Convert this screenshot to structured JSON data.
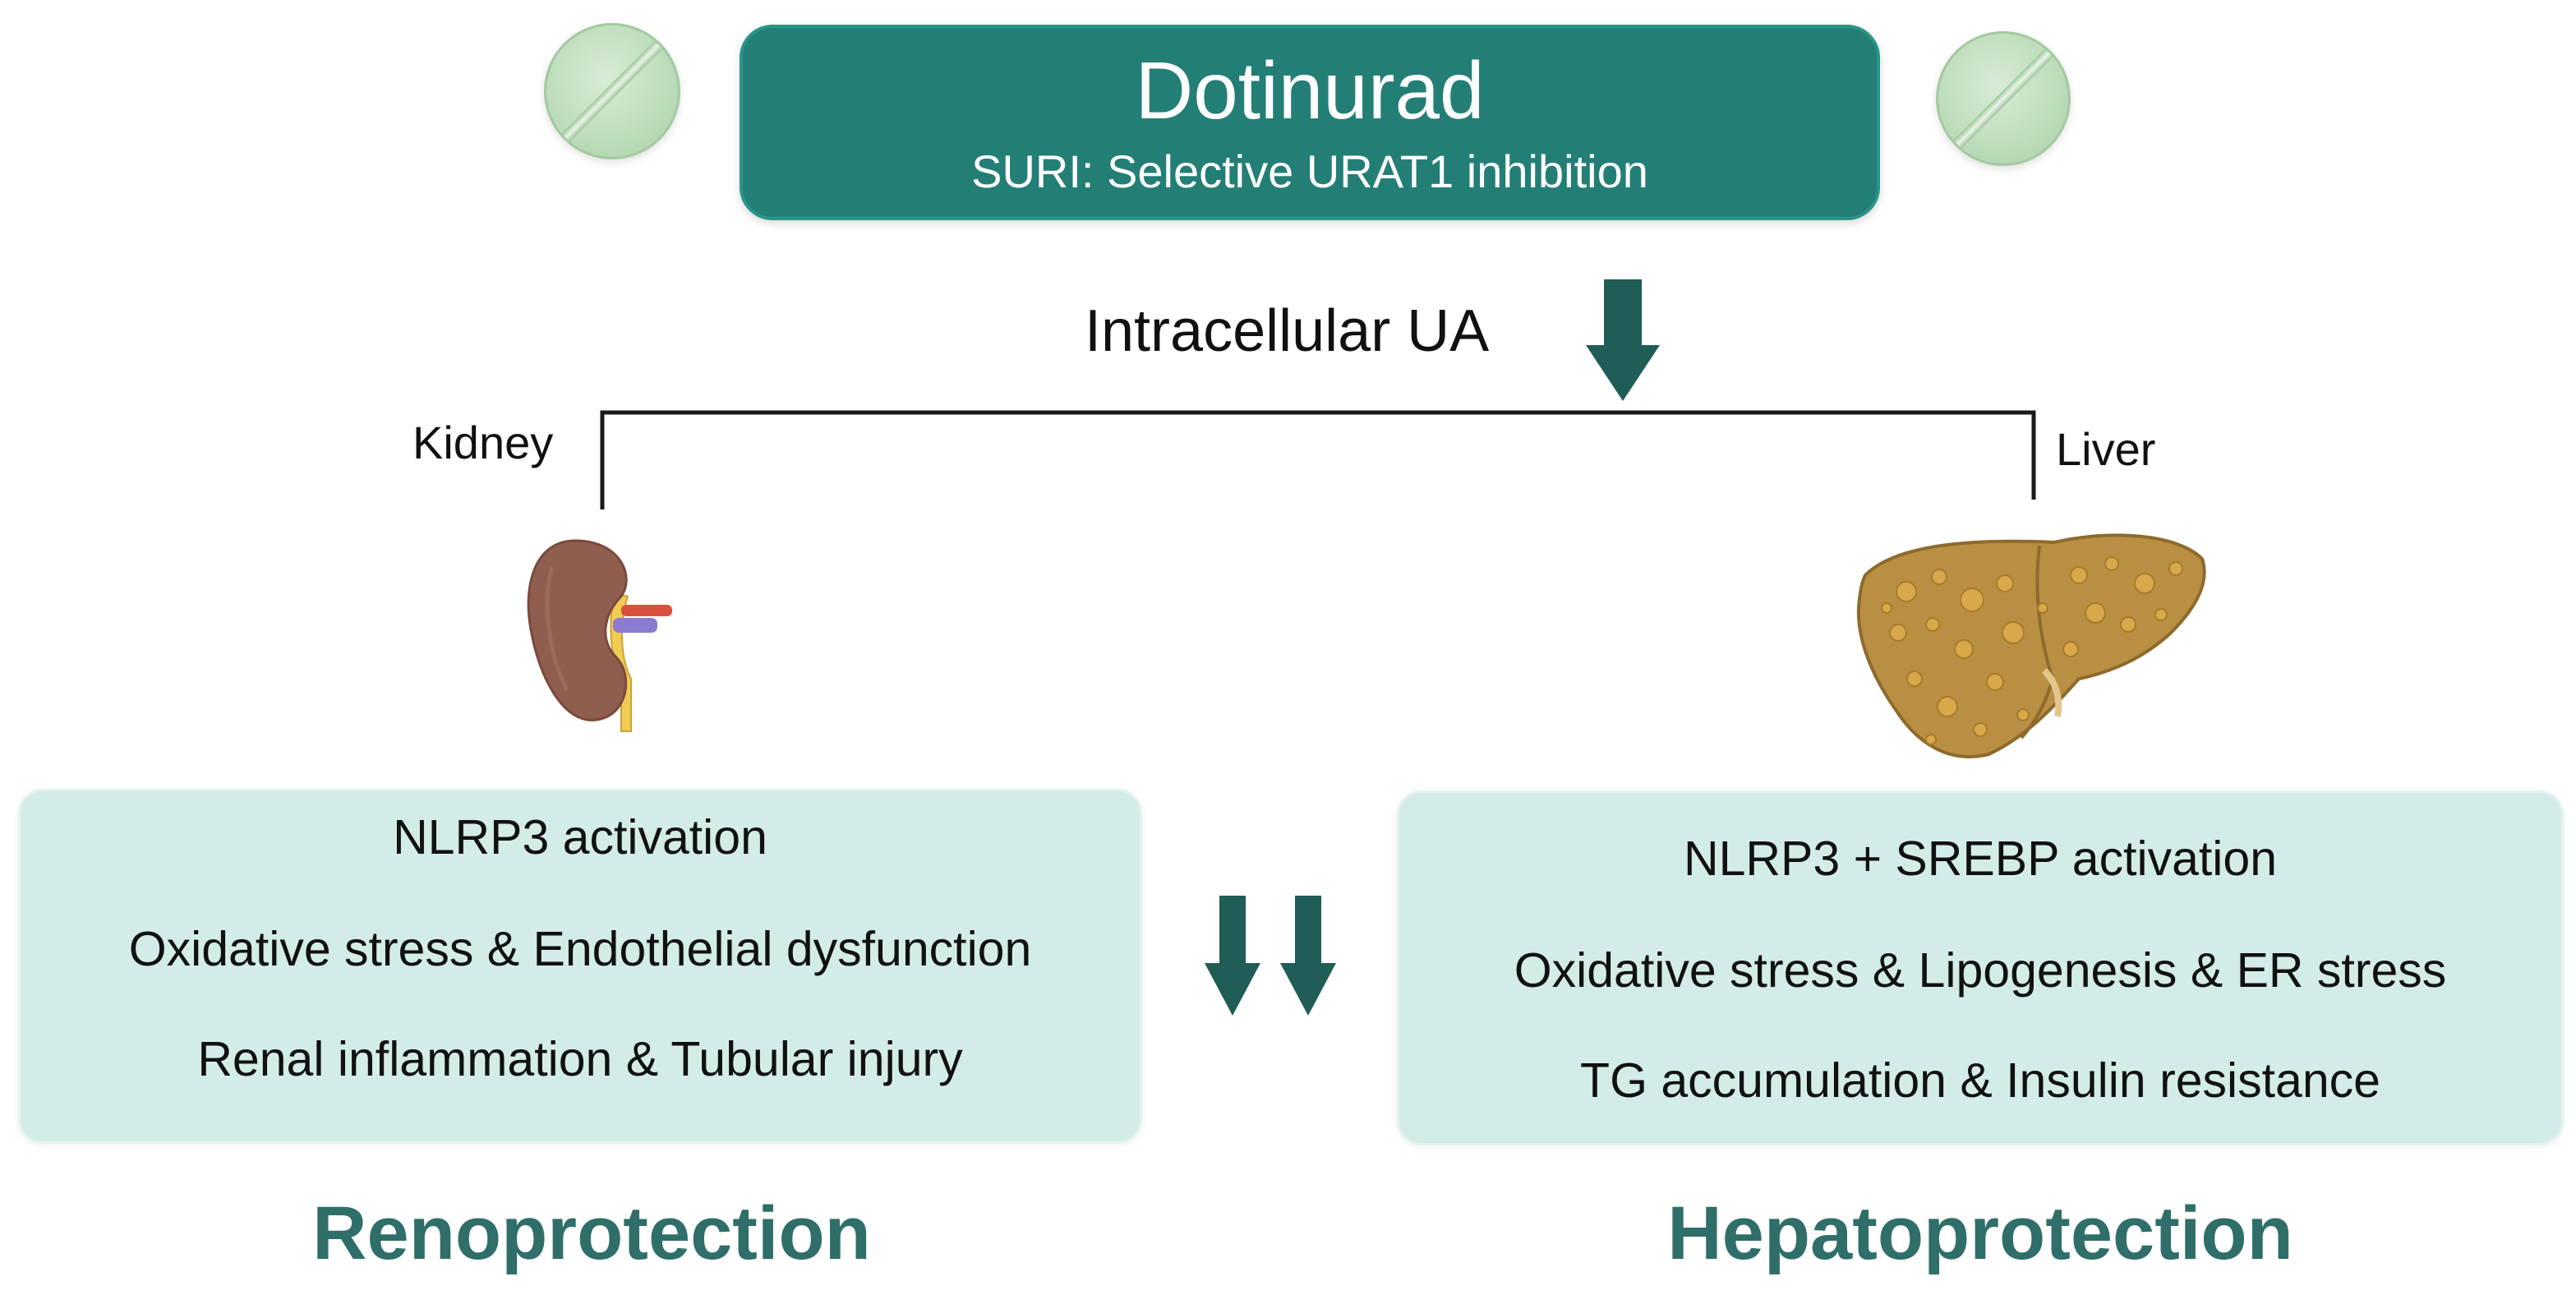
{
  "drug": {
    "name": "Dotinurad",
    "subtitle": "SURI: Selective URAT1 inhibition"
  },
  "mechanism": {
    "label": "Intracellular UA",
    "arrow_icon": "down-arrow-icon"
  },
  "organs": {
    "kidney": {
      "label": "Kidney",
      "icon": "kidney-icon"
    },
    "liver": {
      "label": "Liver",
      "icon": "liver-icon"
    }
  },
  "kidney_effects": {
    "lines": [
      "NLRP3 activation",
      "Oxidative stress & Endothelial dysfunction",
      "Renal inflammation & Tubular injury"
    ]
  },
  "liver_effects": {
    "lines": [
      "NLRP3 + SREBP activation",
      "Oxidative stress & Lipogenesis & ER stress",
      "TG accumulation & Insulin resistance"
    ]
  },
  "outcomes": {
    "kidney": "Renoprotection",
    "liver": "Hepatoprotection"
  },
  "colors": {
    "drug_box": "#237f76",
    "arrow": "#1f5d56",
    "effect_box": "#d3ece7",
    "outcome_text": "#2f6e69",
    "pill": "#bcdcb9"
  }
}
